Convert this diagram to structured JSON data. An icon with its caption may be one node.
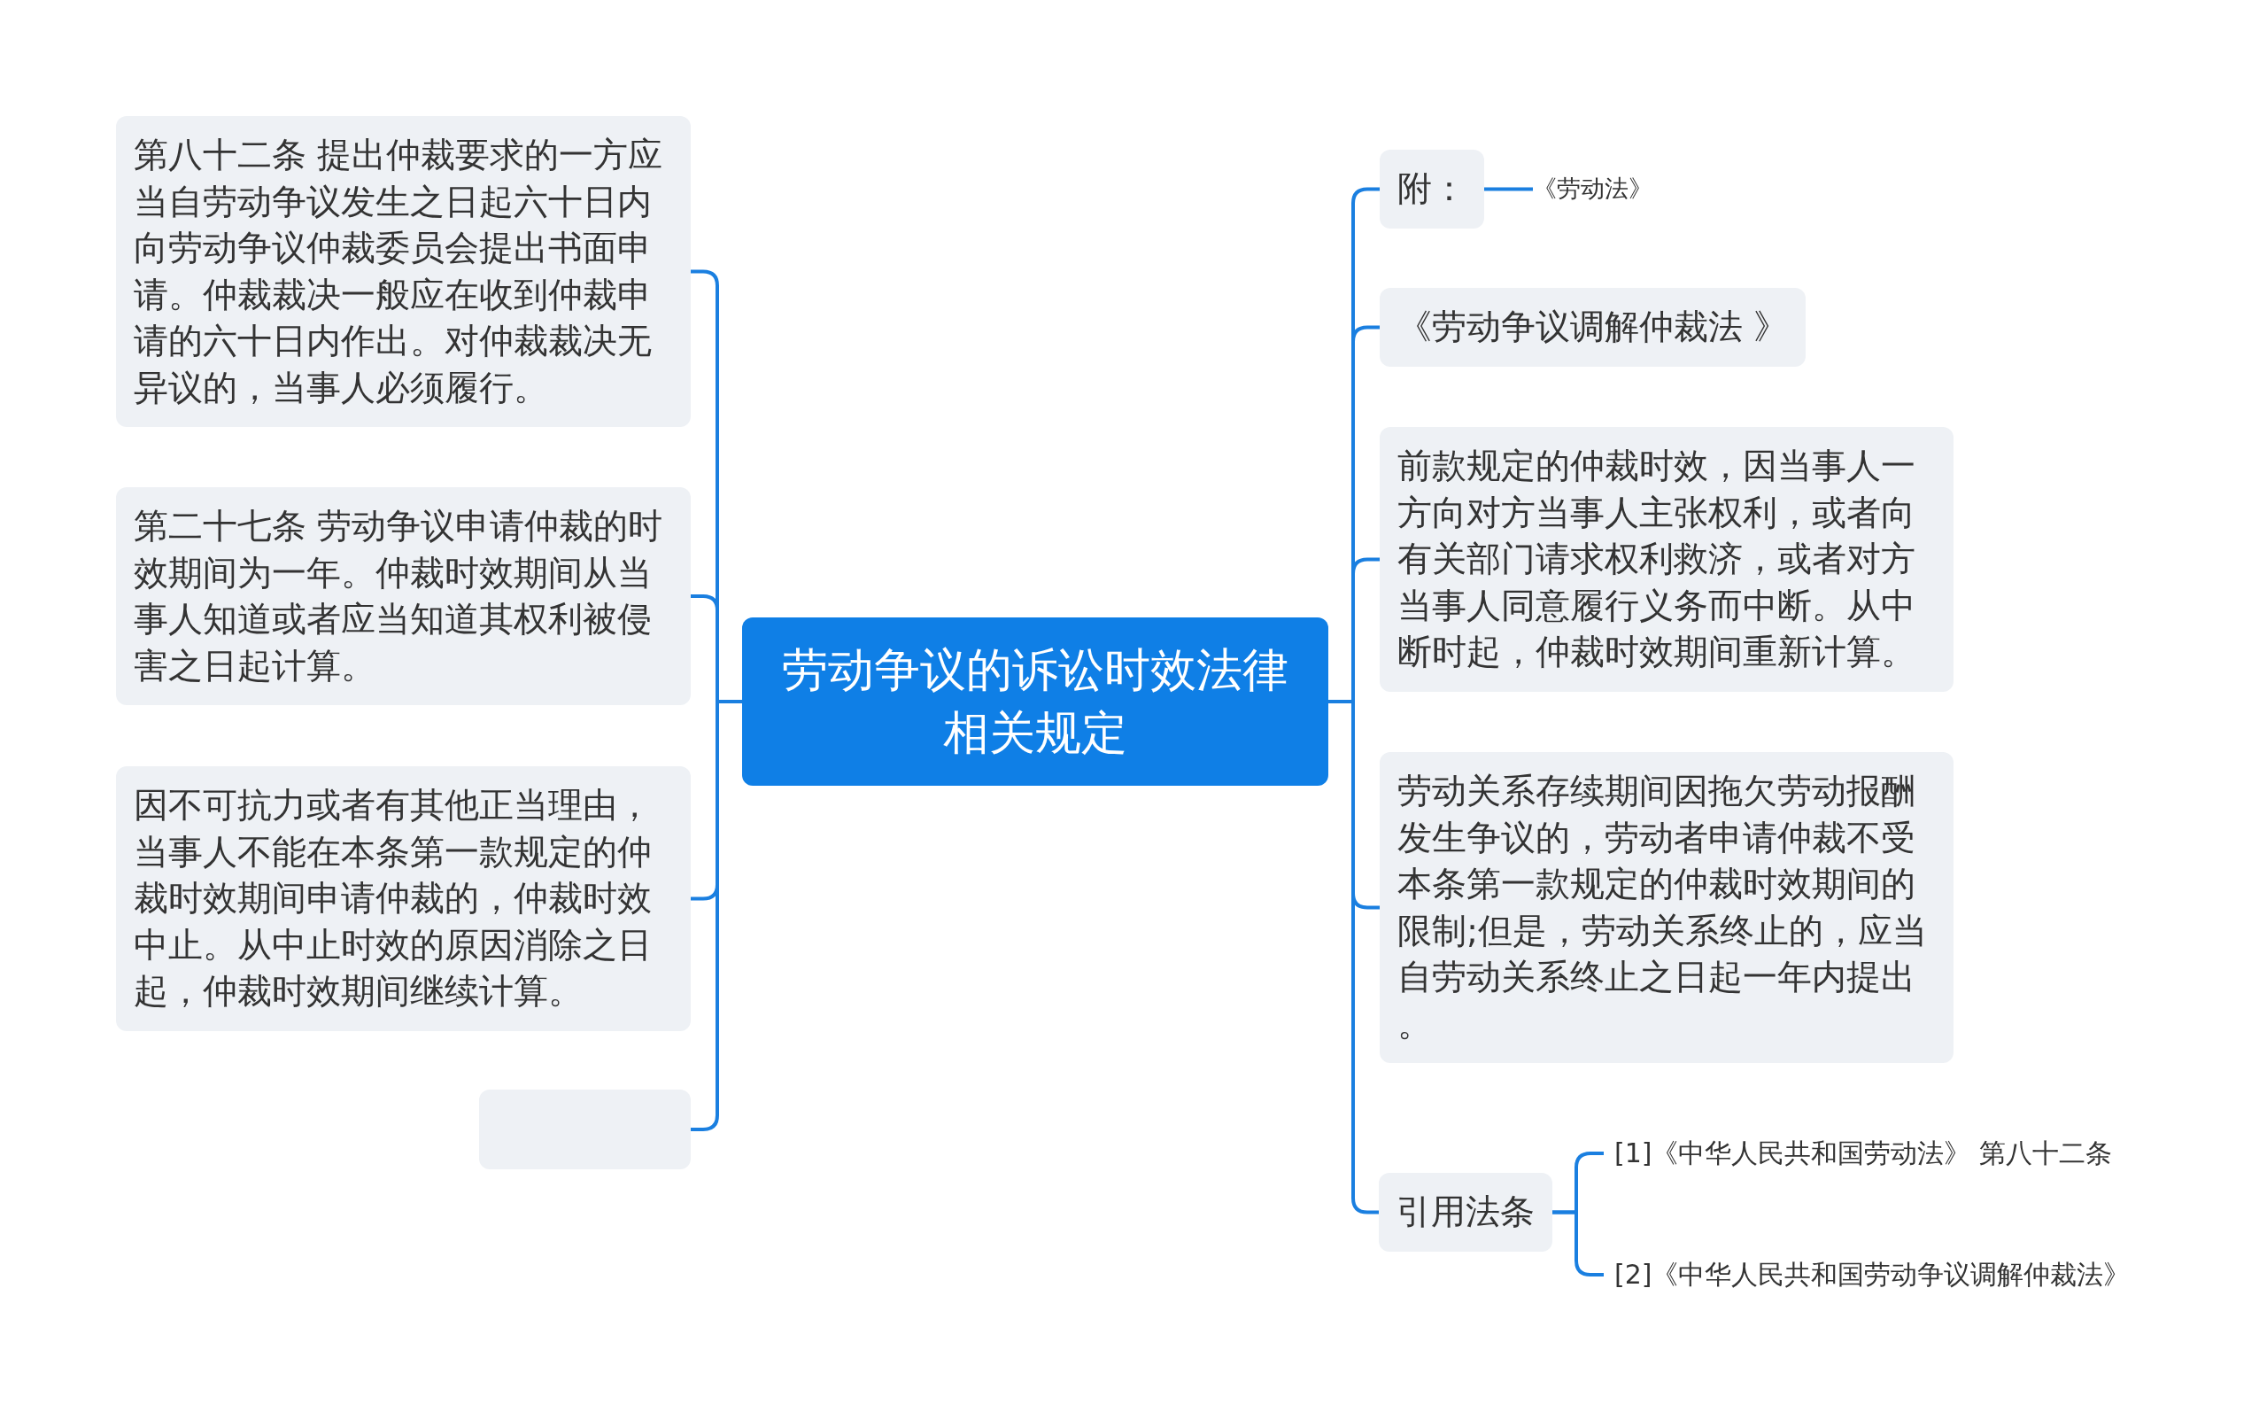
{
  "diagram": {
    "nodes": [
      {
        "text": [
          "劳动争议的诉讼时效法律相关规定"
        ]
      },
      {
        "text": [
          "第八十二条 提出仲裁要求的一方应当自劳动争议发生之日起六十日内向劳动争议仲裁委员会提出书面申请。仲裁裁决一般应在收到仲裁申请的六十日内作出。对仲裁裁决无异议的，当事人必须履行。"
        ]
      },
      {
        "text": [
          "第二十七条 劳动争议申请仲裁的时效期间为一年。仲裁时效期间从当事人知道或者应当知道其权利被侵害之日起计算。"
        ]
      },
      {
        "text": [
          "因不可抗力或者有其他正当理由，当事人不能在本条第一款规定的仲裁时效期间申请仲裁的，仲裁时效中止。从中止时效的原因消除之日起，仲裁时效期间继续计算。"
        ]
      },
      {
        "text": [],
        "shape": "box"
      },
      {
        "text": [
          "附："
        ]
      },
      {
        "text": [
          "《劳动法》"
        ]
      },
      {
        "text": [
          "《劳动争议调解仲裁法 》"
        ]
      },
      {
        "text": [
          "前款规定的仲裁时效，因当事人一方向对方当事人主张权利，或者向有关部门请求权利救济，或者对方当事人同意履行义务而中断。从中断时起，仲裁时效期间重新计算。"
        ]
      },
      {
        "text": [
          "劳动关系存续期间因拖欠劳动报酬发生争议的，劳动者申请仲裁不受本条第一款规定的仲裁时效期间的限制;但是，劳动关系终止的，应当自劳动关系终止之日起一年内提出。"
        ]
      },
      {
        "text": [
          "引用法条"
        ]
      },
      {
        "text": [
          "[1]《中华人民共和国劳动法》 第八十二条"
        ]
      },
      {
        "text": [
          "[2]《中华人民共和国劳动争议调解仲裁法》"
        ]
      }
    ],
    "edges": [
      {
        "from": 0,
        "to": 1,
        "arrow": "none"
      },
      {
        "from": 0,
        "to": 2,
        "arrow": "none"
      },
      {
        "from": 0,
        "to": 3,
        "arrow": "none"
      },
      {
        "from": 0,
        "to": 4,
        "arrow": "none"
      },
      {
        "from": 0,
        "to": 5,
        "arrow": "none"
      },
      {
        "from": 5,
        "to": 6,
        "arrow": "none"
      },
      {
        "from": 0,
        "to": 7,
        "arrow": "none"
      },
      {
        "from": 0,
        "to": 8,
        "arrow": "none"
      },
      {
        "from": 0,
        "to": 9,
        "arrow": "none"
      },
      {
        "from": 0,
        "to": 10,
        "arrow": "none"
      },
      {
        "from": 10,
        "to": 11,
        "arrow": "none"
      },
      {
        "from": 10,
        "to": 12,
        "arrow": "none"
      }
    ]
  }
}
